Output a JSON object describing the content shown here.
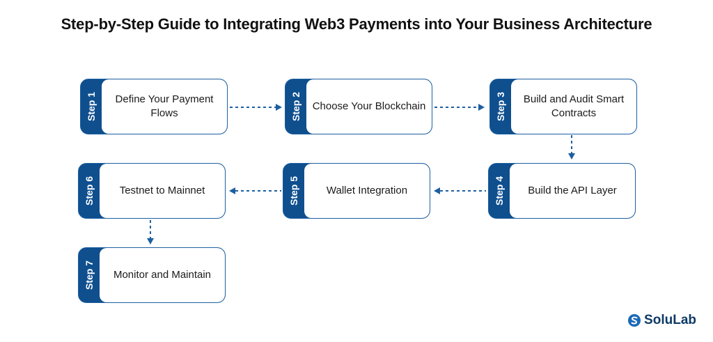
{
  "title": "Step-by-Step Guide to Integrating Web3 Payments into Your Business Architecture",
  "steps": [
    {
      "tag": "Step 1",
      "label": "Define Your Payment Flows"
    },
    {
      "tag": "Step 2",
      "label": "Choose Your Blockchain"
    },
    {
      "tag": "Step 3",
      "label": "Build and Audit Smart Contracts"
    },
    {
      "tag": "Step 4",
      "label": "Build the API Layer"
    },
    {
      "tag": "Step 5",
      "label": "Wallet Integration"
    },
    {
      "tag": "Step 6",
      "label": "Testnet to Mainnet"
    },
    {
      "tag": "Step 7",
      "label": "Monitor and Maintain"
    }
  ],
  "brand": {
    "name": "SoluLab",
    "icon": "solulab-logo-icon"
  },
  "colors": {
    "accent": "#0f4f8e",
    "arrow": "#1d5fa0"
  }
}
